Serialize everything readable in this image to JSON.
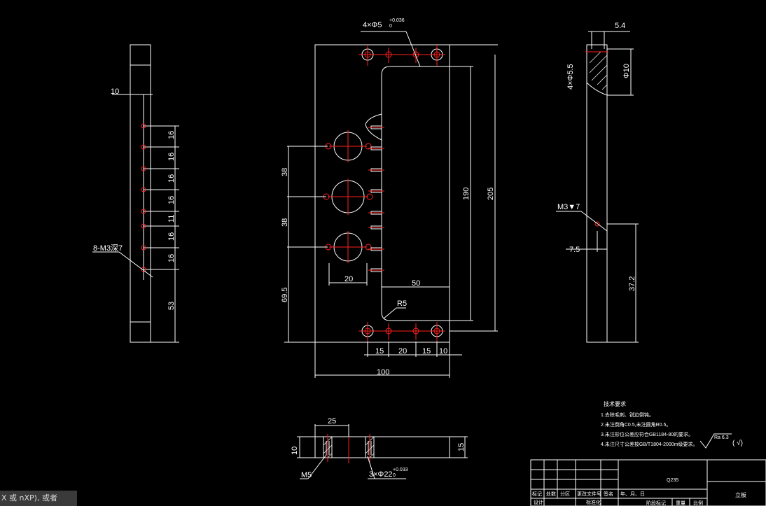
{
  "drawing": {
    "left_view": {
      "dims": [
        "10",
        "16",
        "16",
        "16",
        "16",
        "11",
        "16",
        "16",
        "53"
      ],
      "note": "8-M3深7"
    },
    "front_view": {
      "top_holes": "4×Φ5",
      "top_holes_tol": "+0.036",
      "top_holes_tol_low": "0",
      "dim_38a": "38",
      "dim_38b": "38",
      "dim_69_5": "69.5",
      "dim_20": "20",
      "dim_190": "190",
      "dim_205": "205",
      "dim_50": "50",
      "radius": "R5",
      "bottom_dims": [
        "15",
        "20",
        "15",
        "10"
      ],
      "dim_100": "100"
    },
    "right_view": {
      "dim_5_4": "5.4",
      "holes": "4×Φ5.5",
      "dia_10": "Φ10",
      "thread": "M3▼7",
      "dim_7_5": "7.5",
      "dim_37_2": "37.2"
    },
    "bottom_view": {
      "dim_25": "25",
      "dim_10": "10",
      "dim_15": "15",
      "holes": "3×Φ22",
      "holes_tol": "+0.033",
      "holes_tol_low": "0",
      "m5": "M5"
    },
    "tech_notes": {
      "title": "技术要求",
      "lines": [
        "1.去除毛刺、锐边倒钝。",
        "2.未注倒角C0.5,未注圆角R0.5。",
        "3.未注形位公差应符合GB1184-80的要求。",
        "4.未注尺寸公差按GB/T1804-2000m级要求。"
      ],
      "roughness": "Ra 6.3",
      "roughness_paren": "( √)"
    },
    "title_block": {
      "headers": [
        "标记",
        "处数",
        "分区",
        "更改文件号",
        "签名",
        "年、月、日"
      ],
      "row2": [
        "设计",
        "",
        "",
        "标准化",
        ""
      ],
      "material": "Q235",
      "stage": "阶段标记",
      "weight": "重量",
      "scale": "比例",
      "name": "立板"
    }
  },
  "command_line": "X 或 nXP), 或者"
}
